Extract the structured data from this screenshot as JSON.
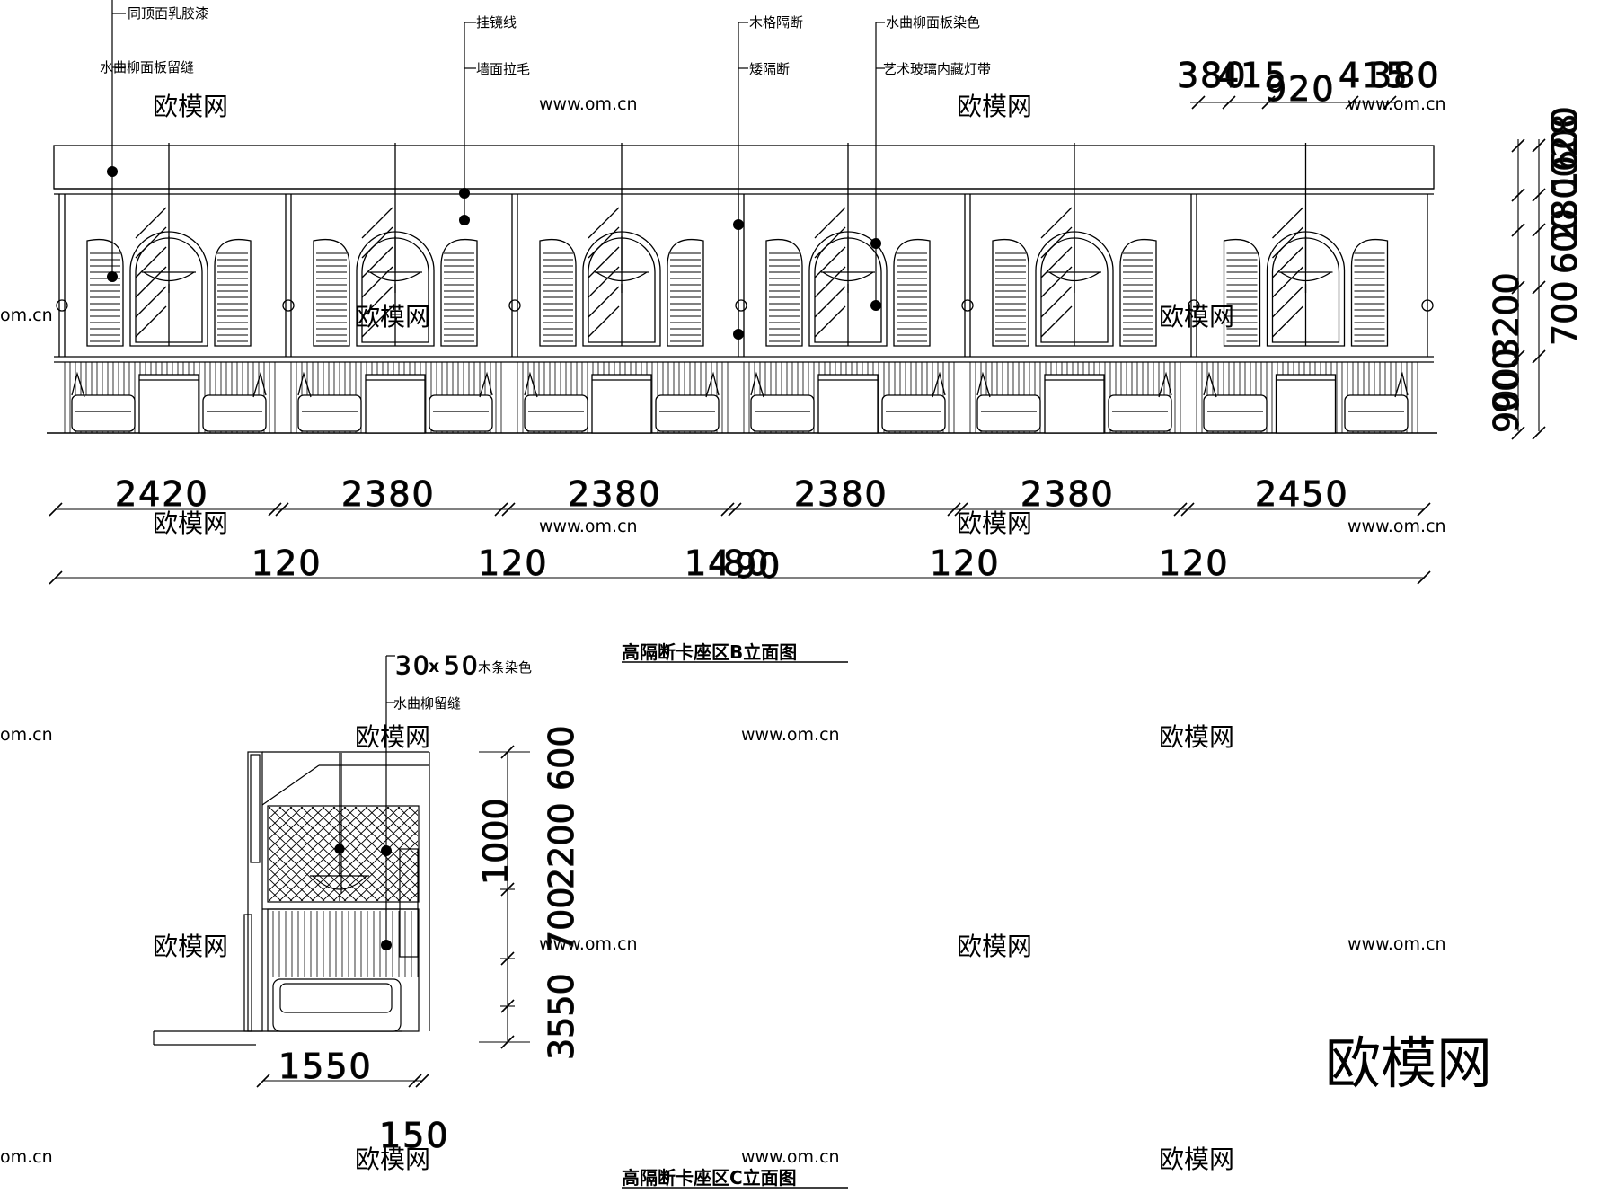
{
  "elevation_b": {
    "title": "高隔断卡座区B立面图",
    "callouts": [
      "同顶面乳胶漆",
      "水曲柳面板留缝",
      "挂镜线",
      "墙面拉毛",
      "木格隔断",
      "矮隔断",
      "水曲柳面板染色",
      "艺术玻璃内藏灯带"
    ],
    "bay_dims": [
      "2420",
      "2380",
      "2380",
      "2380",
      "2380",
      "2450"
    ],
    "gap_dims": [
      "120",
      "120",
      "120",
      "120"
    ],
    "overall_dims": [
      "14",
      "80",
      "90"
    ],
    "top_right_dims": [
      "380",
      "415",
      "920",
      "415",
      "380"
    ],
    "right_dims": [
      "900",
      "3200",
      "900"
    ],
    "right_overall": [
      "700",
      "600",
      "2800",
      "1600",
      "28"
    ]
  },
  "elevation_c": {
    "title": "高隔断卡座区C立面图",
    "callouts": [
      "30",
      "x",
      "50",
      "木条染色",
      "水曲柳留缝"
    ],
    "bottom_dims": [
      "1550",
      "150"
    ],
    "right_dims": [
      "1000",
      "600"
    ],
    "left_vertical": [
      "3550",
      "700",
      "2200",
      "1000"
    ]
  },
  "watermarks": {
    "site": "www.om.cn",
    "cn": "欧模网",
    "brand": "欧模网",
    "edge": "om.cn"
  }
}
